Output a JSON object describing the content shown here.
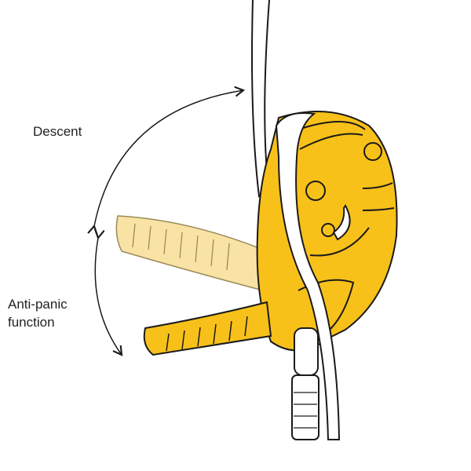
{
  "labels": {
    "descent": "Descent",
    "anti_panic_line1": "Anti-panic",
    "anti_panic_line2": "function"
  },
  "colors": {
    "device_yellow": "#f8c11a",
    "handle_faded": "#f9e3a4",
    "outline": "#1a1a1a"
  }
}
